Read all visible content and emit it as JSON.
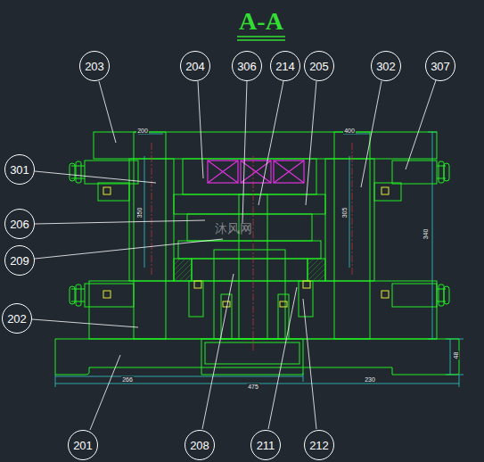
{
  "diagram": {
    "title": "A-A",
    "nodes": [
      {
        "text": [
          "203"
        ]
      },
      {
        "text": [
          "204"
        ]
      },
      {
        "text": [
          "306"
        ]
      },
      {
        "text": [
          "214"
        ]
      },
      {
        "text": [
          "205"
        ]
      },
      {
        "text": [
          "302"
        ]
      },
      {
        "text": [
          "307"
        ]
      },
      {
        "text": [
          "301"
        ]
      },
      {
        "text": [
          "206"
        ]
      },
      {
        "text": [
          "209"
        ]
      },
      {
        "text": [
          "202"
        ]
      },
      {
        "text": [
          "201"
        ]
      },
      {
        "text": [
          "208"
        ]
      },
      {
        "text": [
          "211"
        ]
      },
      {
        "text": [
          "212"
        ]
      }
    ],
    "labels": [
      "200",
      "400",
      "350",
      "305",
      "340",
      "48",
      "266",
      "230",
      "475",
      "沐风网"
    ]
  }
}
